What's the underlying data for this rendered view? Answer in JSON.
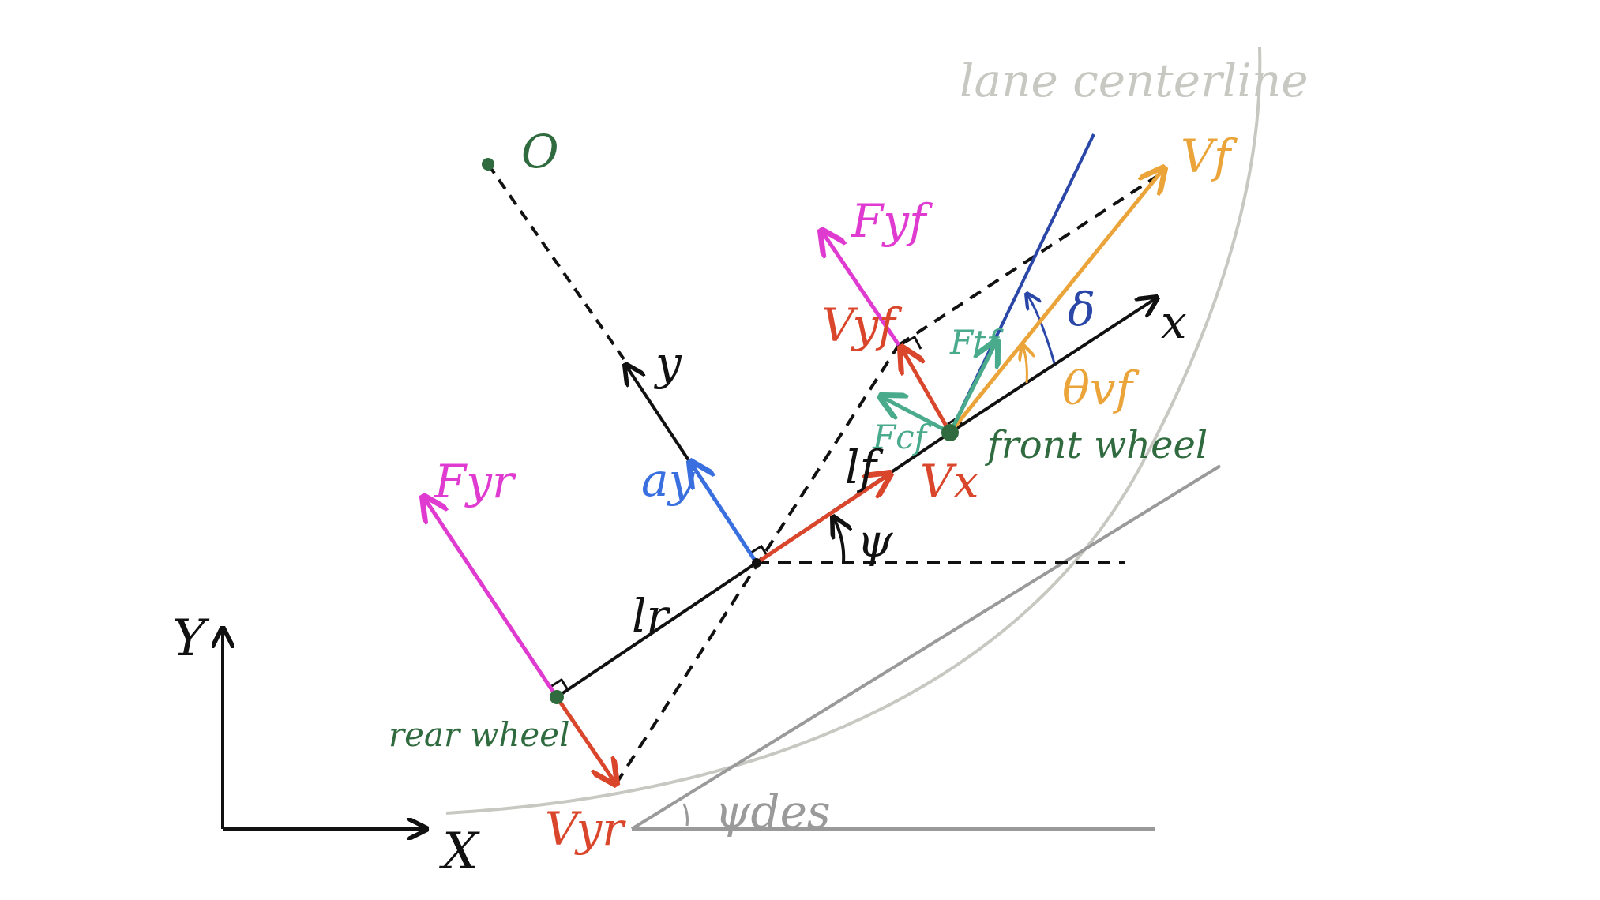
{
  "labels": {
    "lane": "lane centerline",
    "origin": "O",
    "vf": "Vf",
    "fyf": "Fyf",
    "vyf": "Vyf",
    "ftf": "Ftf",
    "delta": "δ",
    "x_body": "x",
    "theta_vf": "θvf",
    "fcf": "Fcf",
    "front_wheel": "front wheel",
    "lf": "lf",
    "vx": "Vx",
    "y_body": "y",
    "ay": "ay",
    "fyr": "Fyr",
    "psi": "ψ",
    "lr": "lr",
    "Y_global": "Y",
    "rear_wheel": "rear wheel",
    "X_global": "X",
    "vyr": "Vyr",
    "psi_des": "ψdes"
  },
  "colors": {
    "black": "#111111",
    "red": "#d9462b",
    "magenta": "#e03bd0",
    "blue": "#3a6fe0",
    "navy": "#2a47a8",
    "orange": "#eba43a",
    "teal": "#4aaa8c",
    "green": "#2f6b3e",
    "gray": "#b9b9b3",
    "darkgray": "#9a9a9a"
  }
}
